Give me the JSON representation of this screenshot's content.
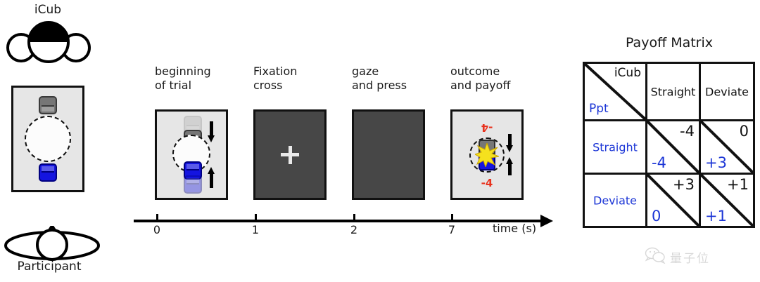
{
  "left_column": {
    "icub_label": "iCub",
    "participant_label": "Participant",
    "icub_icon": "robot-head-icon",
    "participant_icon": "person-top-view-icon",
    "table_icon": "tabletop-board-icon",
    "grey_car": "grey-car-token",
    "blue_car": "blue-car-token",
    "collision_zone": "dashed-collision-circle"
  },
  "timeline": {
    "panels": [
      {
        "label": "beginning\nof trial",
        "name": "panel-beginning-of-trial",
        "type": "light"
      },
      {
        "label": "Fixation\ncross",
        "name": "panel-fixation-cross",
        "type": "dark"
      },
      {
        "label": "gaze\nand press",
        "name": "panel-gaze-and-press",
        "type": "dark"
      },
      {
        "label": "outcome\nand payoff",
        "name": "panel-outcome-and-payoff",
        "type": "light"
      }
    ],
    "outcome_payoff_top": "-4",
    "outcome_payoff_bottom": "-4",
    "axis": {
      "ticks": [
        "0",
        "1",
        "2",
        "7"
      ],
      "unit_label": "time (s)"
    }
  },
  "payoff_matrix": {
    "title": "Payoff Matrix",
    "corner_col_player": "iCub",
    "corner_row_player": "Ppt",
    "columns": [
      "Straight",
      "Deviate"
    ],
    "rows": [
      "Straight",
      "Deviate"
    ],
    "cells": [
      [
        {
          "icub": "-4",
          "ppt": "-4"
        },
        {
          "icub": "0",
          "ppt": "+3"
        }
      ],
      [
        {
          "icub": "+3",
          "ppt": "0"
        },
        {
          "icub": "+1",
          "ppt": "+1"
        }
      ]
    ],
    "colors": {
      "icub": "#111111",
      "ppt": "#1b35d6"
    }
  },
  "watermark": {
    "text": "量子位",
    "icon": "wechat-logo-icon"
  }
}
